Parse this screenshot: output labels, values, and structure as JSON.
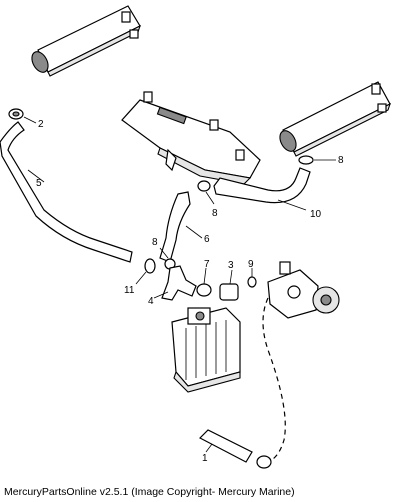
{
  "callouts": {
    "c1": "1",
    "c2": "2",
    "c3": "3",
    "c4": "4",
    "c5": "5",
    "c6": "6",
    "c7": "7",
    "c8a": "8",
    "c8b": "8",
    "c8c": "8",
    "c9": "9",
    "c10": "10",
    "c11": "11"
  },
  "footer": "MercuryPartsOnline v2.5.1 (Image Copyright- Mercury Marine)"
}
